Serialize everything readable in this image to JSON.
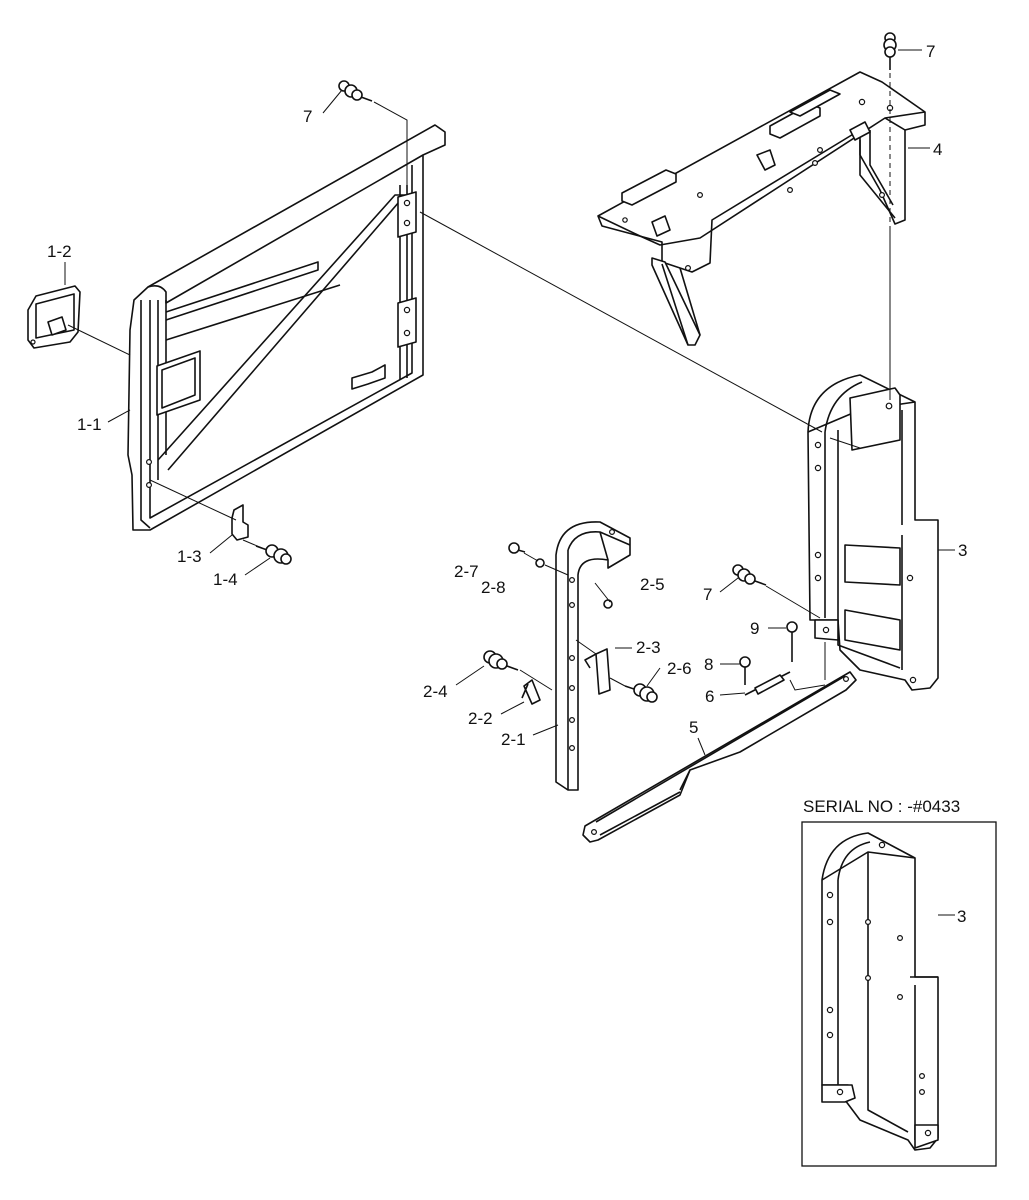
{
  "callouts": {
    "c7a": "7",
    "c7b": "7",
    "c7c": "7",
    "c4": "4",
    "c1_2": "1-2",
    "c1_1": "1-1",
    "c1_3": "1-3",
    "c1_4": "1-4",
    "c3a": "3",
    "c2_7": "2-7",
    "c2_8": "2-8",
    "c2_5": "2-5",
    "c2_3": "2-3",
    "c2_6": "2-6",
    "c2_4": "2-4",
    "c2_2": "2-2",
    "c2_1": "2-1",
    "c9": "9",
    "c8": "8",
    "c6": "6",
    "c5": "5",
    "c3b": "3"
  },
  "inset": {
    "title": "SERIAL NO : -#0433"
  }
}
